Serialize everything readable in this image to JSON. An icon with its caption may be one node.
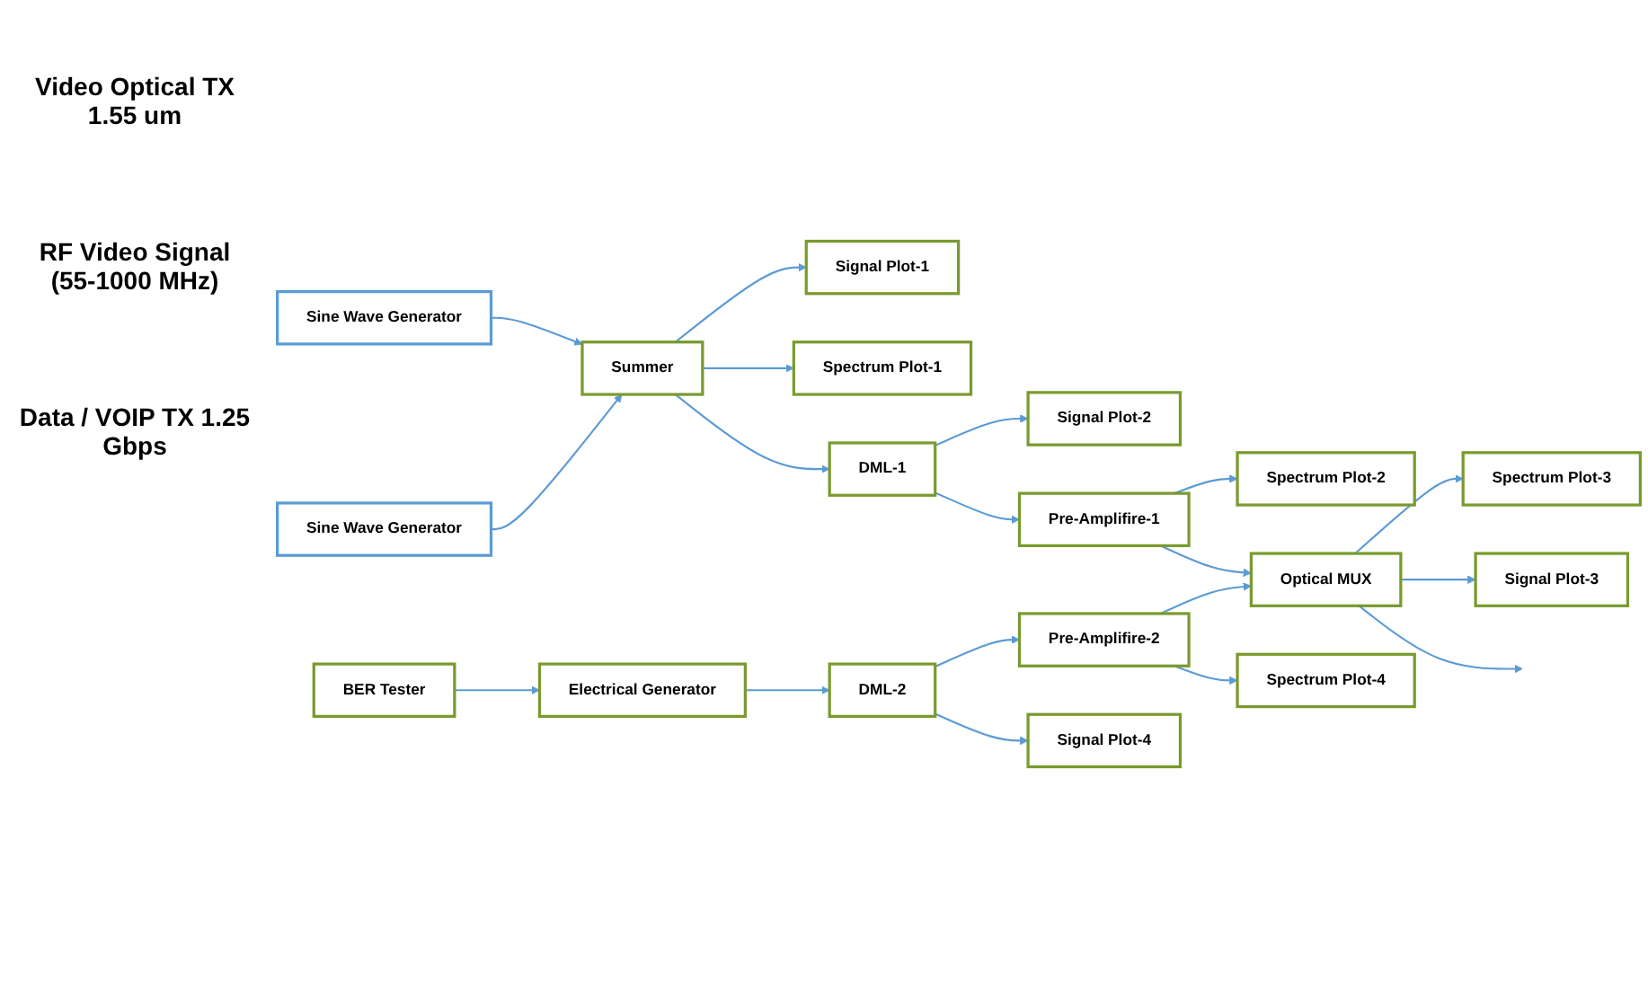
{
  "diagram": {
    "nodes": [
      {
        "text": [
          "Sine Wave Generator"
        ]
      },
      {
        "text": [
          "Sine Wave Generator"
        ]
      },
      {
        "text": [
          "Summer"
        ]
      },
      {
        "text": [
          "Signal Plot-1"
        ]
      },
      {
        "text": [
          "Spectrum Plot-1"
        ]
      },
      {
        "text": [
          "DML-1"
        ]
      },
      {
        "text": [
          "Signal Plot-2"
        ]
      },
      {
        "text": [
          "Spectrum Plot-2"
        ]
      },
      {
        "text": [
          "Pre-Amplifire-1"
        ]
      },
      {
        "text": [
          "Spectrum Plot-3"
        ]
      },
      {
        "text": [
          "Signal Plot-3"
        ]
      },
      {
        "text": [
          "Optical MUX"
        ]
      },
      {
        "text": [
          "BER Tester"
        ]
      },
      {
        "text": [
          "Electrical Generator"
        ]
      },
      {
        "text": [
          "DML-2"
        ]
      },
      {
        "text": [
          "Pre-Amplifire-2"
        ]
      },
      {
        "text": [
          "Signal Plot-4"
        ]
      },
      {
        "text": [
          "Spectrum Plot-4"
        ]
      }
    ],
    "edges": [
      {
        "from": 0,
        "to": 2,
        "arrow": "to"
      },
      {
        "from": 1,
        "to": 2,
        "arrow": "to"
      },
      {
        "from": 2,
        "to": 3,
        "arrow": "to"
      },
      {
        "from": 2,
        "to": 4,
        "arrow": "to"
      },
      {
        "from": 2,
        "to": 5,
        "arrow": "to"
      },
      {
        "from": 5,
        "to": 6,
        "arrow": "to"
      },
      {
        "from": 5,
        "to": 8,
        "arrow": "to"
      },
      {
        "from": 8,
        "to": 7,
        "arrow": "to"
      },
      {
        "from": 8,
        "to": 11,
        "arrow": "to"
      },
      {
        "from": 12,
        "to": 13,
        "arrow": "to"
      },
      {
        "from": 13,
        "to": 14,
        "arrow": "to"
      },
      {
        "from": 14,
        "to": 15,
        "arrow": "to"
      },
      {
        "from": 14,
        "to": 16,
        "arrow": "to"
      },
      {
        "from": 15,
        "to": 17,
        "arrow": "to"
      },
      {
        "from": 15,
        "to": 11,
        "arrow": "to"
      },
      {
        "from": 11,
        "to": 9,
        "arrow": "to"
      },
      {
        "from": 11,
        "to": 10,
        "arrow": "to"
      },
      {
        "from": 11,
        "to": null,
        "arrow": "to"
      }
    ],
    "labels": [
      "Video Optical TX 1.55 um",
      "RF Video Signal (55-1000 MHz)",
      "Data / VOIP TX 1.25 Gbps"
    ]
  }
}
